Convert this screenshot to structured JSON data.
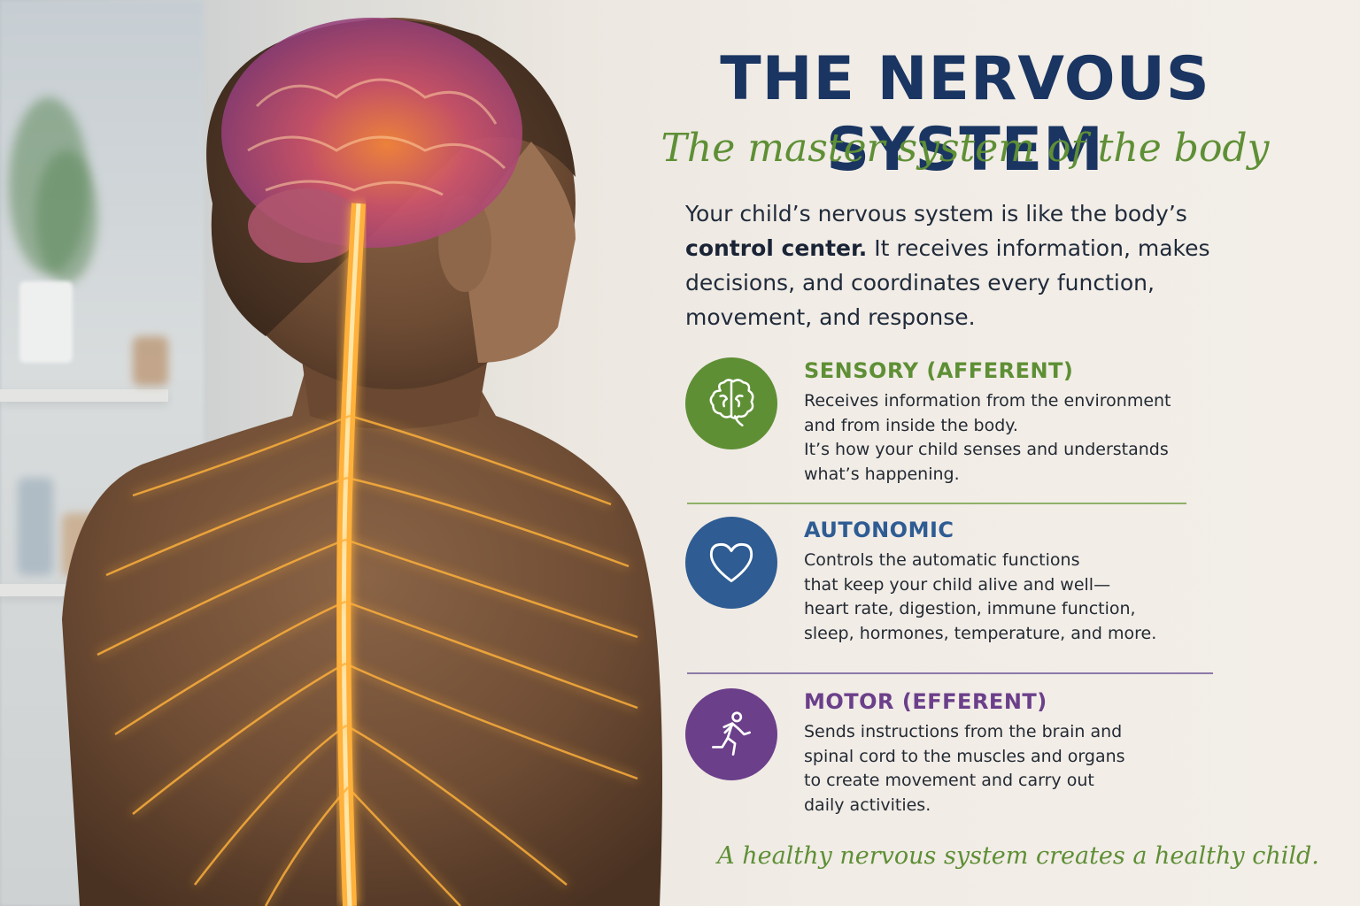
{
  "header": {
    "title": "THE NERVOUS SYSTEM",
    "subtitle": "The master system of the body"
  },
  "intro": {
    "line1": "Your child’s nervous system is like the body’s",
    "bold": "control center.",
    "line2_rest": " It receives information, makes",
    "line3": "decisions, and coordinates every function,",
    "line4": "movement, and response."
  },
  "sections": [
    {
      "heading": "SENSORY (AFFERENT)",
      "icon": "brain-icon",
      "color": "#5e8f35",
      "lines": [
        "Receives information from the environment",
        "and from inside the body.",
        "It’s how your child senses and understands",
        "what’s happening."
      ]
    },
    {
      "heading": "AUTONOMIC",
      "icon": "heart-icon",
      "color": "#2e5c93",
      "lines": [
        "Controls the automatic functions",
        "that keep your child alive and well—",
        "heart rate, digestion, immune function,",
        "sleep, hormones, temperature, and more."
      ]
    },
    {
      "heading": "MOTOR (EFFERENT)",
      "icon": "running-person-icon",
      "color": "#6b3f8a",
      "lines": [
        "Sends instructions from the brain and",
        "spinal cord to the muscles and organs",
        "to create movement and carry out",
        "daily activities."
      ]
    }
  ],
  "footer": {
    "tagline": "A healthy nervous system creates a healthy child."
  },
  "colors": {
    "title": "#1a3561",
    "accent_green": "#5e8f35",
    "accent_blue": "#2e5c93",
    "accent_purple": "#6b3f8a",
    "nerve_glow": "#ffb13a"
  }
}
